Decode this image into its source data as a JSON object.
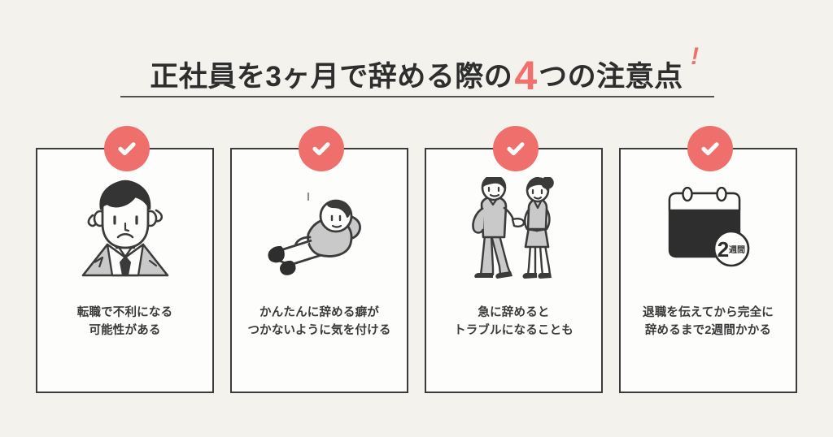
{
  "background_color": "#f3f2ed",
  "accent_color": "#ef6f6c",
  "ink_color": "#3b3b3b",
  "header": {
    "title_part1": "正社員を3ヶ月で辞める際の",
    "title_number": "4",
    "title_part2": "つの注意点",
    "title_exclamation": "!",
    "title_full": "正社員を3ヶ月で辞める際の4つの注意点!"
  },
  "cards": [
    {
      "badge_icon": "check-icon",
      "illustration": "worried-businessman-illustration",
      "caption_lines": [
        "転職で不利になる",
        "可能性がある"
      ]
    },
    {
      "badge_icon": "check-icon",
      "illustration": "lounging-person-illustration",
      "caption_lines": [
        "かんたんに辞める癖が",
        "つかないように気を付ける"
      ]
    },
    {
      "badge_icon": "check-icon",
      "illustration": "two-people-arguing-illustration",
      "caption_lines": [
        "急に辞めると",
        "トラブルになることも"
      ]
    },
    {
      "badge_icon": "check-icon",
      "illustration": "calendar-two-weeks-illustration",
      "caption_lines": [
        "退職を伝えてから完全に",
        "辞めるまで2週間かかる"
      ],
      "calendar_badge_number": "2",
      "calendar_badge_unit": "週間"
    }
  ]
}
